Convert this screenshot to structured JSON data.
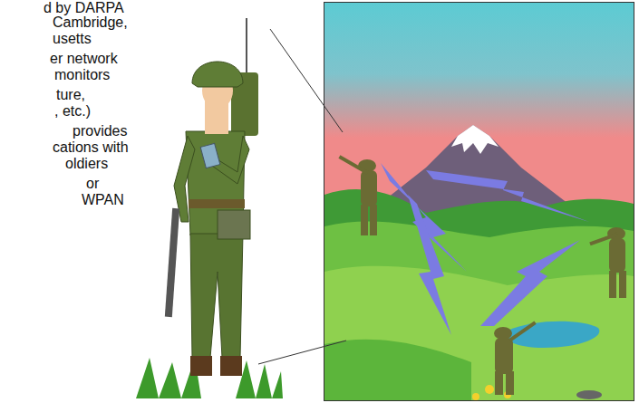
{
  "diagram": {
    "labels": [
      "d by DARPA",
      "Cambridge,",
      "usetts",
      "er network",
      "monitors",
      "ture,",
      ", etc.)",
      "provides",
      "cations with",
      "oldiers",
      "or",
      "WPAN"
    ]
  }
}
